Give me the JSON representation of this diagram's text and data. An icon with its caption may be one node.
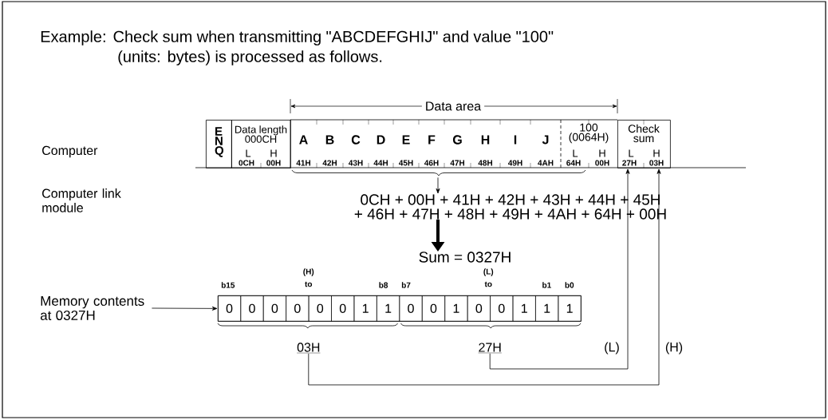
{
  "diagram": {
    "title": "Example: Check sum when transmitting \"ABCDEFGHIJ\" and value \"100\" (units: bytes) is processed as follows.",
    "nodes": [
      {
        "text": [
          "E N Q"
        ]
      },
      {
        "text": [
          "Data length 000CH",
          "L",
          "H",
          "0CH",
          "00H"
        ]
      },
      {
        "text": [
          "A",
          "41H"
        ]
      },
      {
        "text": [
          "B",
          "42H"
        ]
      },
      {
        "text": [
          "C",
          "43H"
        ]
      },
      {
        "text": [
          "D",
          "44H"
        ]
      },
      {
        "text": [
          "E",
          "45H"
        ]
      },
      {
        "text": [
          "F",
          "46H"
        ]
      },
      {
        "text": [
          "G",
          "47H"
        ]
      },
      {
        "text": [
          "H",
          "48H"
        ]
      },
      {
        "text": [
          "I",
          "49H"
        ]
      },
      {
        "text": [
          "J",
          "4AH"
        ]
      },
      {
        "text": [
          "100 (0064H)",
          "L",
          "H",
          "64H",
          "00H"
        ]
      },
      {
        "text": [
          "Check sum",
          "L",
          "H",
          "27H",
          "03H"
        ]
      },
      {
        "text": [
          "0CH + 00H + 41H + 42H + 43H + 44H + 45H",
          "+ 46H + 47H + 48H + 49H + 4AH + 64H + 00H"
        ]
      },
      {
        "text": [
          "Sum = 0327H"
        ]
      },
      {
        "text": [
          "Memory contents at 0327H"
        ]
      },
      {
        "text": [],
        "shape": "box"
      },
      {
        "text": [
          "0"
        ],
        "in": 17
      },
      {
        "text": [
          "0"
        ],
        "in": 17
      },
      {
        "text": [
          "0"
        ],
        "in": 17
      },
      {
        "text": [
          "0"
        ],
        "in": 17
      },
      {
        "text": [
          "0"
        ],
        "in": 17
      },
      {
        "text": [
          "0"
        ],
        "in": 17
      },
      {
        "text": [
          "1"
        ],
        "in": 17
      },
      {
        "text": [
          "1"
        ],
        "in": 17
      },
      {
        "text": [
          "0"
        ],
        "in": 17
      },
      {
        "text": [
          "0"
        ],
        "in": 17
      },
      {
        "text": [
          "1"
        ],
        "in": 17
      },
      {
        "text": [
          "0"
        ],
        "in": 17
      },
      {
        "text": [
          "0"
        ],
        "in": 17
      },
      {
        "text": [
          "1"
        ],
        "in": 17
      },
      {
        "text": [
          "1"
        ],
        "in": 17
      },
      {
        "text": [
          "1"
        ],
        "in": 17
      },
      {
        "text": [
          "03H"
        ]
      },
      {
        "text": [
          "27H"
        ]
      },
      {
        "text": [],
        "shape": "brace"
      }
    ],
    "edges": [
      {
        "from": 36,
        "to": 14,
        "arrow": "to"
      },
      {
        "from": 14,
        "to": 15,
        "arrow": "to",
        "style": "thick"
      },
      {
        "from": 16,
        "to": 17,
        "arrow": "to"
      },
      {
        "from": 35,
        "to": 13,
        "arrow": "to",
        "label": "(L)"
      },
      {
        "from": 34,
        "to": 13,
        "arrow": "to",
        "label": "(H)"
      }
    ],
    "labels": [
      "Data area",
      "Computer",
      "Computer link module",
      "(H)",
      "(L)",
      "b15",
      "to",
      "b8",
      "b7",
      "to",
      "b1",
      "b0"
    ]
  }
}
